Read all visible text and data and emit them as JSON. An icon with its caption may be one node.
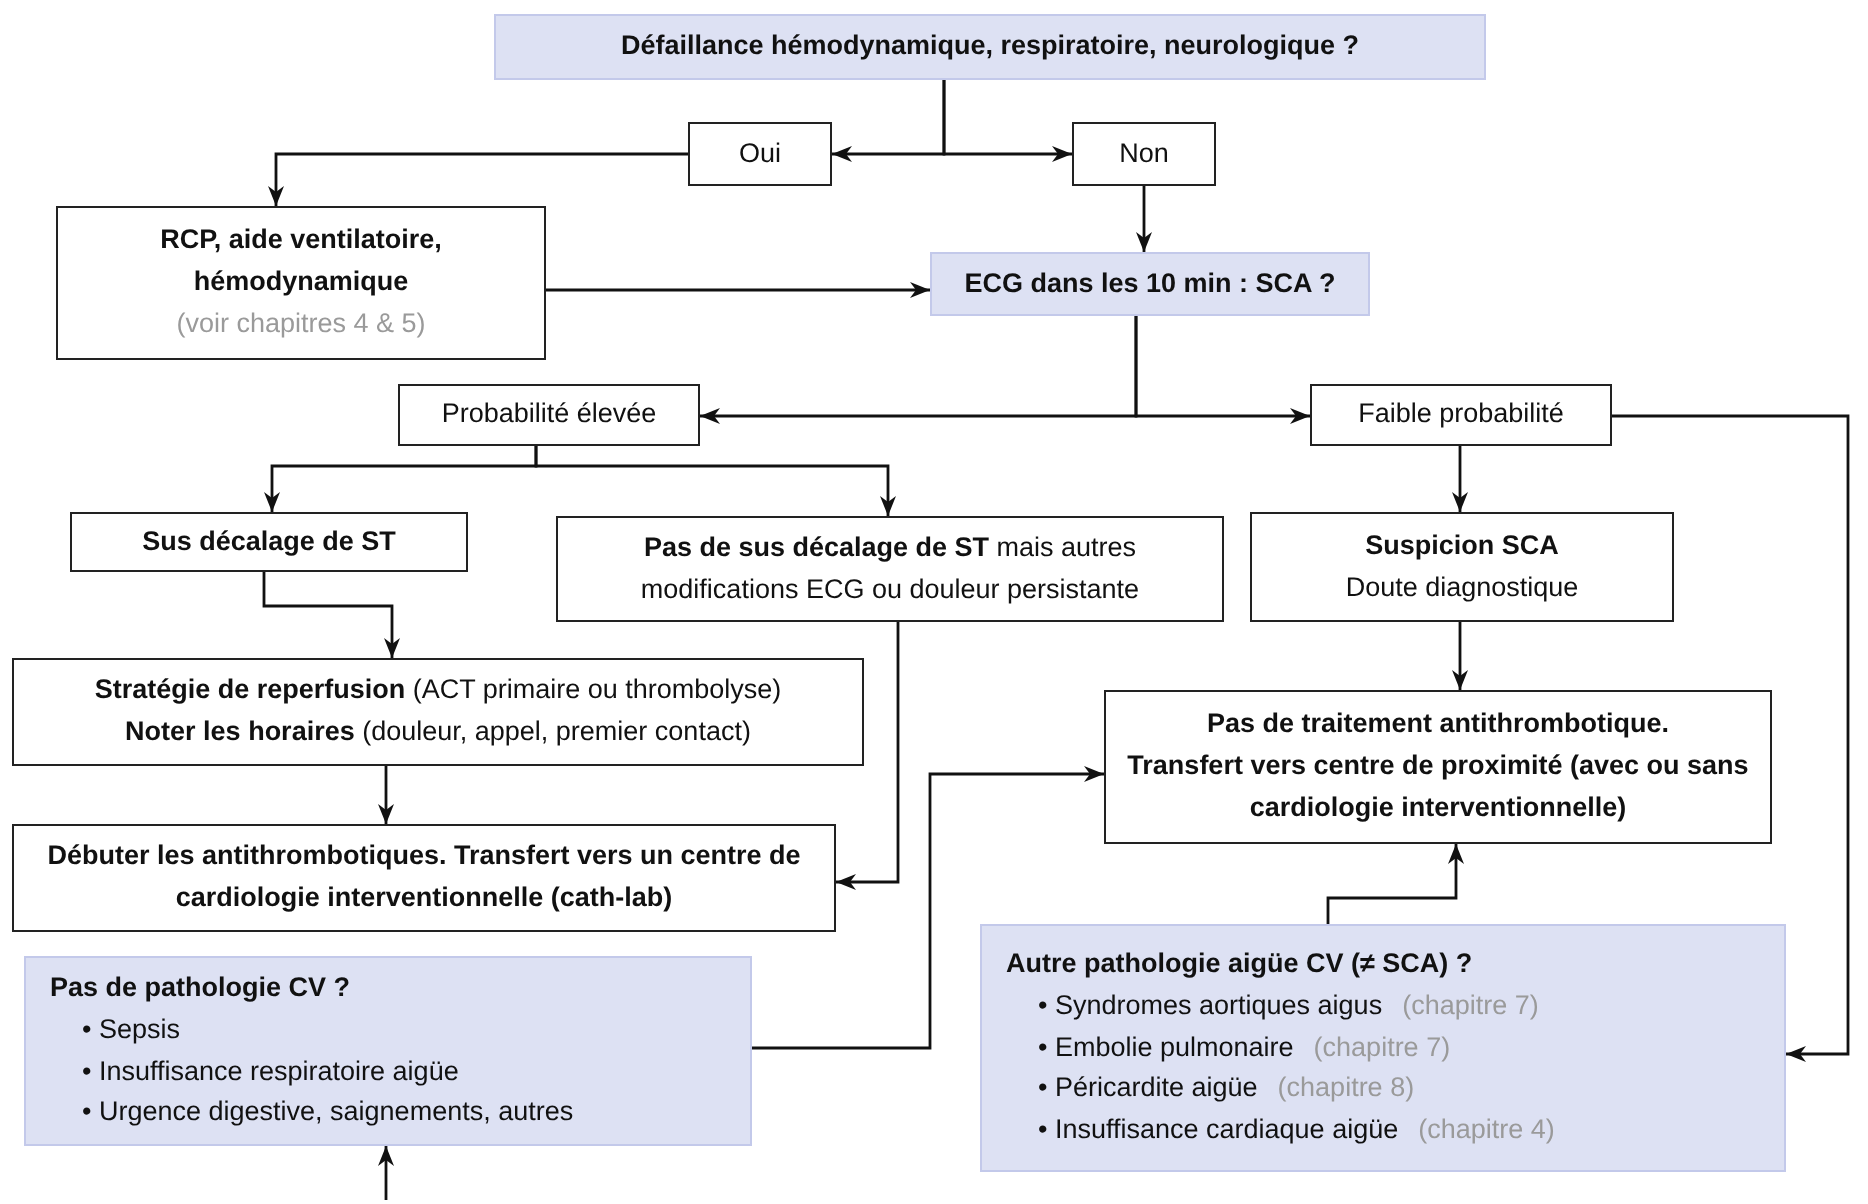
{
  "diagram": {
    "nodes": [
      {
        "text": [
          "Défaillance hémodynamique, respiratoire, neurologique ?"
        ]
      },
      {
        "text": [
          "Oui"
        ]
      },
      {
        "text": [
          "Non"
        ]
      },
      {
        "text": [
          "RCP, aide ventilatoire, hémodynamique",
          "(voir chapitres 4 & 5)"
        ]
      },
      {
        "text": [
          "ECG dans les 10 min : SCA ?"
        ]
      },
      {
        "text": [
          "Probabilité élevée"
        ]
      },
      {
        "text": [
          "Faible probabilité"
        ]
      },
      {
        "text": [
          "Sus décalage de ST"
        ]
      },
      {
        "text": [
          "**Pas de sus décalage de ST** mais autres modifications ECG ou douleur persistante"
        ]
      },
      {
        "text": [
          "Suspicion SCA",
          "Doute diagnostique"
        ]
      },
      {
        "text": [
          "**Stratégie de reperfusion** (ACT primaire ou thrombolyse)",
          "**Noter les horaires** (douleur, appel, premier contact)"
        ]
      },
      {
        "text": [
          "Débuter les antithrombotiques. Transfert vers un centre de cardiologie interventionnelle (cath-lab)"
        ]
      },
      {
        "text": [
          "Pas de traitement antithrombotique.",
          "Transfert vers centre de proximité (avec ou sans cardiologie interventionnelle)"
        ]
      },
      {
        "text": [
          "Pas de pathologie CV ?",
          "• Sepsis",
          "• Insuffisance respiratoire aigüe",
          "• Urgence digestive, saignements, autres"
        ]
      },
      {
        "text": [
          "Autre pathologie aigüe CV (≠ SCA) ?",
          "• Syndromes aortiques aigus",
          "(chapitre 7)",
          "• Embolie pulmonaire",
          "(chapitre 7)",
          "• Péricardite aigüe",
          "(chapitre 8)",
          "• Insuffisance cardiaque aigüe",
          "(chapitre 4)"
        ]
      }
    ],
    "edges": [
      {
        "from": 0,
        "to": 1,
        "arrow": "to"
      },
      {
        "from": 0,
        "to": 2,
        "arrow": "to"
      },
      {
        "from": 1,
        "to": 3,
        "arrow": "to"
      },
      {
        "from": 2,
        "to": 4,
        "arrow": "to"
      },
      {
        "from": 3,
        "to": 4,
        "arrow": "to"
      },
      {
        "from": 4,
        "to": 5,
        "arrow": "to"
      },
      {
        "from": 4,
        "to": 6,
        "arrow": "to"
      },
      {
        "from": 5,
        "to": 7,
        "arrow": "to"
      },
      {
        "from": 5,
        "to": 8,
        "arrow": "to"
      },
      {
        "from": 6,
        "to": 9,
        "arrow": "to"
      },
      {
        "from": 6,
        "to": 14,
        "arrow": "to"
      },
      {
        "from": 7,
        "to": 10,
        "arrow": "to"
      },
      {
        "from": 8,
        "to": 11,
        "arrow": "to"
      },
      {
        "from": 9,
        "to": 12,
        "arrow": "to"
      },
      {
        "from": 10,
        "to": 11,
        "arrow": "to"
      },
      {
        "from": 13,
        "to": 12,
        "arrow": "to"
      },
      {
        "from": 14,
        "to": 12,
        "arrow": "to"
      },
      {
        "from": null,
        "to": 13,
        "arrow": "to"
      }
    ]
  }
}
